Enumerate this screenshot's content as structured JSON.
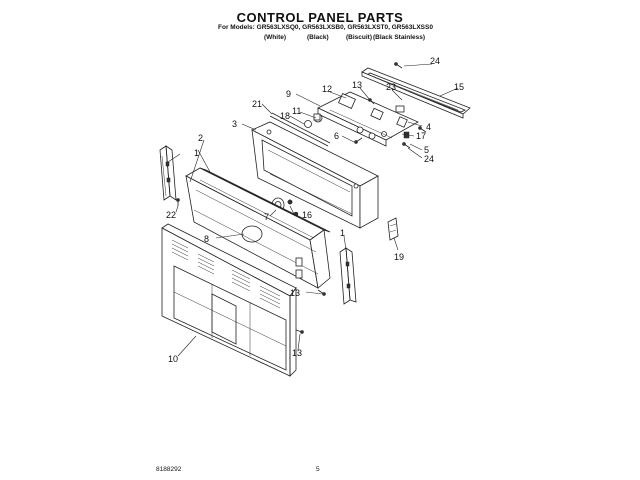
{
  "header": {
    "title": "CONTROL PANEL PARTS",
    "models": "For Models: GR563LXSQ0, GR563LXSB0, GR563LXST0, GR563LXSS0",
    "finishes": [
      "(White)",
      "(Black)",
      "(Biscuit)",
      "(Black Stainless)"
    ]
  },
  "callouts": [
    "24",
    "15",
    "13",
    "23",
    "12",
    "9",
    "11",
    "4",
    "18",
    "21",
    "6",
    "17",
    "3",
    "5",
    "24",
    "2",
    "1",
    "16",
    "7",
    "22",
    "8",
    "19",
    "1",
    "13",
    "13",
    "10"
  ],
  "footer": {
    "doc_number": "8188292",
    "page": "5"
  }
}
